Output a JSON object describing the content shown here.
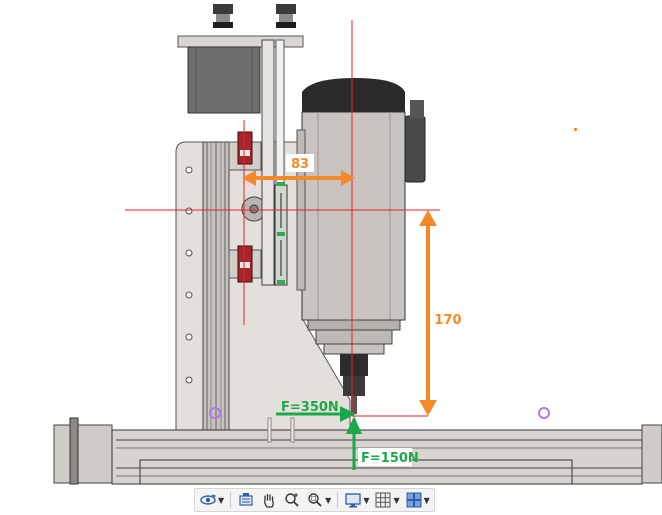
{
  "dimensions": {
    "horizontal": {
      "label": "83",
      "color": "#f5892a"
    },
    "vertical": {
      "label": "170",
      "color": "#f5892a"
    }
  },
  "forces": {
    "horizontal": {
      "label": "F=350N",
      "color": "#1aa84a"
    },
    "vertical": {
      "label": "F=150N",
      "color": "#1aa84a"
    }
  },
  "colors": {
    "centerline": "#e8202a",
    "rail_clamp": "#a8262a",
    "spindle_cap": "#2a2a2a",
    "spindle_body": "#c9c4bf",
    "plate": "#e3e0dc",
    "work_point": "#b07ae0"
  },
  "toolbar": {
    "items": [
      {
        "name": "orbit-icon",
        "has_menu": true
      },
      {
        "name": "look-at-icon",
        "has_menu": false
      },
      {
        "name": "pan-icon",
        "has_menu": false
      },
      {
        "name": "zoom-icon",
        "has_menu": false
      },
      {
        "name": "zoom-window-icon",
        "has_menu": true
      },
      {
        "name": "display-settings-icon",
        "has_menu": true
      },
      {
        "name": "grid-icon",
        "has_menu": true
      },
      {
        "name": "viewports-icon",
        "has_menu": true
      }
    ]
  }
}
